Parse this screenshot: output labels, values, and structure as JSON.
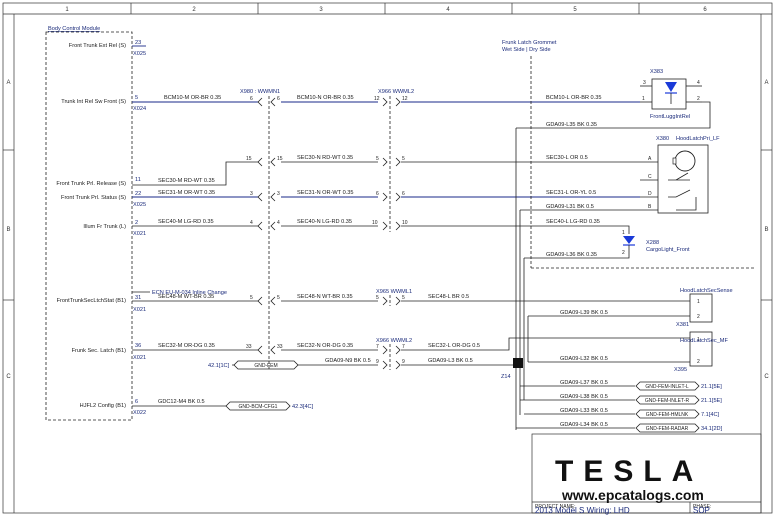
{
  "grid": {
    "columns": [
      "1",
      "2",
      "3",
      "4",
      "5",
      "6"
    ],
    "rows": [
      "A",
      "B",
      "C"
    ]
  },
  "module": {
    "title": "Body Control Module",
    "pins": [
      {
        "label": "Front Trunk Ext Rel (S)",
        "pin": "23",
        "conn": "X025"
      },
      {
        "label": "Trunk Int Rel Sw Front (S)",
        "pin": "5",
        "conn": "X024"
      },
      {
        "label": "Front Trunk Prl. Release (S)",
        "pin": "11",
        "conn": ""
      },
      {
        "label": "Front Trunk Prl. Status (S)",
        "pin": "22",
        "conn": "X025"
      },
      {
        "label": "Illum Fr Trunk (L)",
        "pin": "2",
        "conn": "X021"
      },
      {
        "label": "FrontTrunkSecLtchStat (B1)",
        "pin": "31",
        "conn": "X021"
      },
      {
        "label": "Frunk Sec. Latch (B1)",
        "pin": "36",
        "conn": "X021"
      },
      {
        "label": "HJFL2 Config (B1)",
        "pin": "6",
        "conn": "X022"
      }
    ]
  },
  "inline_connectors": {
    "x980": "X980 : WWMN1",
    "x966_top": "X966 WWML2",
    "x965": "X965 WWML1",
    "x966_bottom": "X966 WWML2"
  },
  "wires": {
    "w1_left": "BCM10-M OR-BR 0.35",
    "w1_mid": "BCM10-N OR-BR 0.35",
    "w1_right": "BCM10-L OR-BR 0.35",
    "w2_left": "SEC30-M RD-WT 0.35",
    "w2_mid": "SEC30-N RD-WT 0.35",
    "w2_right": "SEC30-L OR 0.5",
    "w3_left": "SEC31-M OR-WT 0.35",
    "w3_mid": "SEC31-N OR-WT 0.35",
    "w3_right": "SEC31-L OR-YL 0.5",
    "w4_left": "SEC40-M LG-RD 0.35",
    "w4_mid": "SEC40-N LG-RD 0.35",
    "w4_right": "SEC40-L LG-RD 0.35",
    "w5_left": "SEC48-M WT-BR 0.35",
    "w5_mid": "SEC48-N WT-BR 0.35",
    "w5_right": "SEC48-L BR 0.5",
    "w6_left": "SEC32-M OR-DG 0.35",
    "w6_mid": "SEC32-N OR-DG 0.35",
    "w6_right": "SEC32-L OR-DG 0.5",
    "gda09_n9": "GDA09-N9 BK 0.5",
    "gda09_l3": "GDA09-L3 BK 0.5",
    "gdc12": "GDC12-M4 BK 0.5",
    "ecn_note": "ECN EU-M-034 Inline Change"
  },
  "grounds": {
    "l35": "GDA09-L35 BK 0.35",
    "l31": "GDA09-L31 BK 0.5",
    "l36": "GDA09-L36 BK 0.35",
    "l39": "GDA09-L39 BK 0.5",
    "l32": "GDA09-L32 BK 0.5",
    "l37": "GDA09-L37 BK 0.5",
    "l38": "GDA09-L38 BK 0.5",
    "l33": "GDA09-L33 BK 0.5",
    "l34": "GDA09-L34 BK 0.5"
  },
  "ground_refs": {
    "fem_label": "GND-FEM",
    "fem_ref": "42.1[1C]",
    "bcm_label": "GND-BCM-CFG1",
    "bcm_ref": "42.3[4C]",
    "inlet_l": "GND-FEM-INLET-L",
    "inlet_l_ref": "21.1[5E]",
    "inlet_r": "GND-FEM-INLET-R",
    "inlet_r_ref": "21.1[5E]",
    "hmlnk": "GND-FEM-HMLNK",
    "hmlnk_ref": "7.1[4C]",
    "radar": "GND-FEM-RADAR",
    "radar_ref": "34.1[2D]",
    "splice": "Z14"
  },
  "components": {
    "grommet_line1": "Frunk Latch Grommet",
    "grommet_line2": "Wet Side | Dry Side",
    "x383": "X383",
    "x383_name": "FrontLuggIntRel",
    "x380": "X380",
    "x380_name": "HoodLatchPri_LF",
    "x288": "X288",
    "x288_name": "CargoLight_Front",
    "x381": "X381",
    "x381_name": "HoodLatchSecSense",
    "x395": "X395",
    "x395_name": "HoodLatchSec_MF"
  },
  "titleblock": {
    "logo": "TESLA",
    "watermark": "www.epcatalogs.com",
    "project_name_label": "PROJECT NAME:",
    "phase_label": "PHASE:",
    "project": "2013 Model S Wiring: LHD",
    "phase": "SOP"
  }
}
